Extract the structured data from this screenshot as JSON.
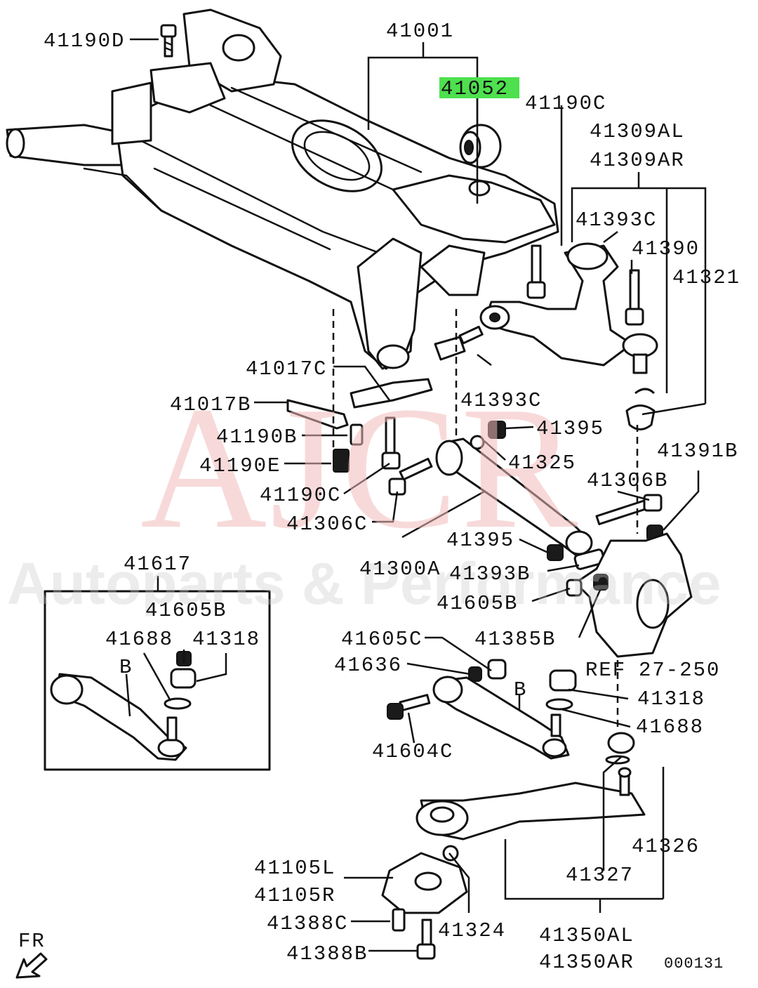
{
  "watermark": {
    "brand": "AJCR",
    "tagline": "Autoparts & Performance"
  },
  "labels": {
    "p41190D": "41190D",
    "p41001": "41001",
    "p41052": "41052",
    "p41190C_top": "41190C",
    "p41309AL": "41309AL",
    "p41309AR": "41309AR",
    "p41393C_top": "41393C",
    "p41390": "41390",
    "p41321": "41321",
    "p41017C": "41017C",
    "p41017B": "41017B",
    "p41393C_mid": "41393C",
    "p41190B": "41190B",
    "p41395_top": "41395",
    "p41190E": "41190E",
    "p41325": "41325",
    "p41391B": "41391B",
    "p41190C_mid": "41190C",
    "p41306B": "41306B",
    "p41306C": "41306C",
    "p41395_low": "41395",
    "p41617": "41617",
    "p41300A": "41300A",
    "p41393B": "41393B",
    "p41605B_box": "41605B",
    "p41605B": "41605B",
    "p41688_box": "41688",
    "p41318_box": "41318",
    "p41605C": "41605C",
    "p41385B": "41385B",
    "ref": "REF",
    "ref_num": "27-250",
    "p41636": "41636",
    "p41318": "41318",
    "p41688": "41688",
    "p41604C": "41604C",
    "p41326": "41326",
    "p41105L": "41105L",
    "p41105R": "41105R",
    "p41327": "41327",
    "p41388C": "41388C",
    "p41324": "41324",
    "p41350AL": "41350AL",
    "p41388B": "41388B",
    "p41350AR": "41350AR",
    "fr": "FR",
    "b_box": "B",
    "b_main": "B",
    "doc_code": "000131"
  },
  "highlight_color": "#4ee04e",
  "watermark_color": "#f2b9b9"
}
